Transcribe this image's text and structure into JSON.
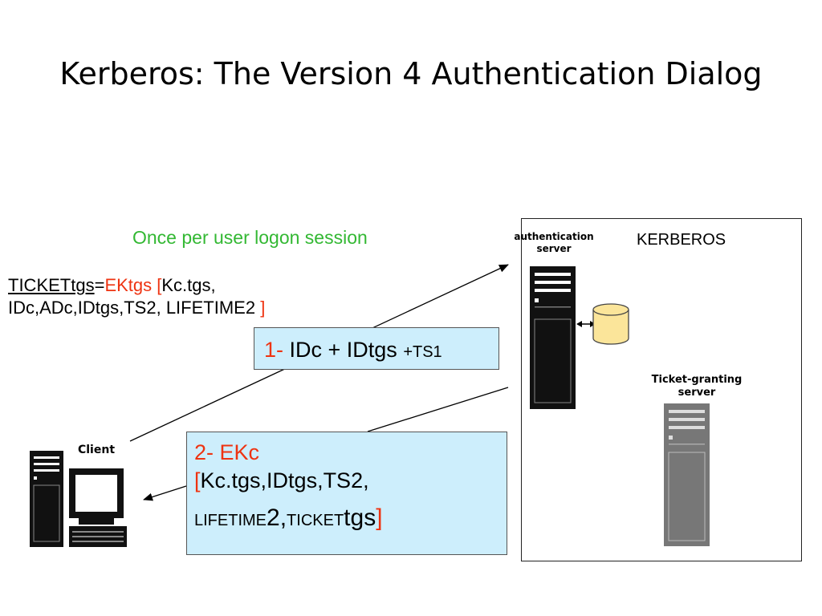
{
  "slide": {
    "title": "Kerberos: The Version 4 Authentication Dialog"
  },
  "note": {
    "text": "Once per user logon session"
  },
  "ticket": {
    "name": "TICKETtgs",
    "eq": "=",
    "enc": "EKtgs",
    "open": " [",
    "contents": "Kc.tgs, IDc,ADc,IDtgs,TS2, LIFETIME2",
    "close": " ]"
  },
  "kerberos": {
    "label": "KERBEROS",
    "as_label_1": "authentication",
    "as_label_2": "server",
    "tgs_label_1": "Ticket-granting",
    "tgs_label_2": "server"
  },
  "client": {
    "label": "Client"
  },
  "message1": {
    "step": "1-",
    "ids": " IDc + IDtgs ",
    "ts": "+TS1"
  },
  "message2": {
    "step": "2- EKc",
    "open": "[",
    "line2": "Kc.tgs,IDtgs,TS2,",
    "lifetime": "LIFETIME",
    "two": "2,",
    "ticket": "TICKET",
    "tgs": "tgs",
    "close": "]"
  },
  "colors": {
    "note_green": "#33b833",
    "accent_red": "#ee3311",
    "message_fill": "#cdeefc",
    "database_fill": "#fbe59a",
    "server_black": "#111111",
    "server_gray": "#777777"
  },
  "icons": [
    "server-tower-icon",
    "database-icon",
    "desktop-computer-icon",
    "arrow-icon"
  ]
}
